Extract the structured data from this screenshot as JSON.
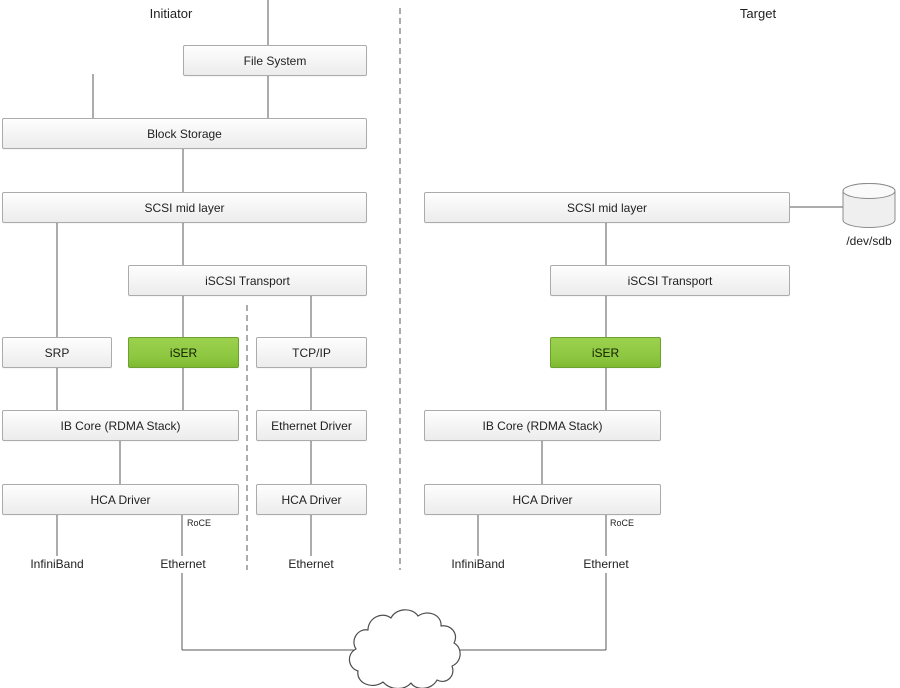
{
  "titles": {
    "initiator": "Initiator",
    "target": "Target"
  },
  "initiator": {
    "file_system": "File System",
    "block_storage": "Block Storage",
    "scsi_mid_layer": "SCSI mid layer",
    "iscsi_transport": "iSCSI Transport",
    "srp": "SRP",
    "iser": "iSER",
    "tcp_ip": "TCP/IP",
    "ib_core": "IB Core (RDMA Stack)",
    "ethernet_driver": "Ethernet Driver",
    "hca_driver_left": "HCA Driver",
    "hca_driver_right": "HCA Driver",
    "roce": "RoCE",
    "infiniband": "InfiniBand",
    "ethernet_rdma": "Ethernet",
    "ethernet_tcp": "Ethernet"
  },
  "target": {
    "scsi_mid_layer": "SCSI mid layer",
    "iscsi_transport": "iSCSI Transport",
    "iser": "iSER",
    "ib_core": "IB Core (RDMA Stack)",
    "hca_driver": "HCA Driver",
    "roce": "RoCE",
    "infiniband": "InfiniBand",
    "ethernet": "Ethernet",
    "disk": "/dev/sdb"
  },
  "colors": {
    "iser_fill": "#8cc63f",
    "iser_border": "#6da12f",
    "box_border": "#ababab",
    "line": "#595959"
  }
}
